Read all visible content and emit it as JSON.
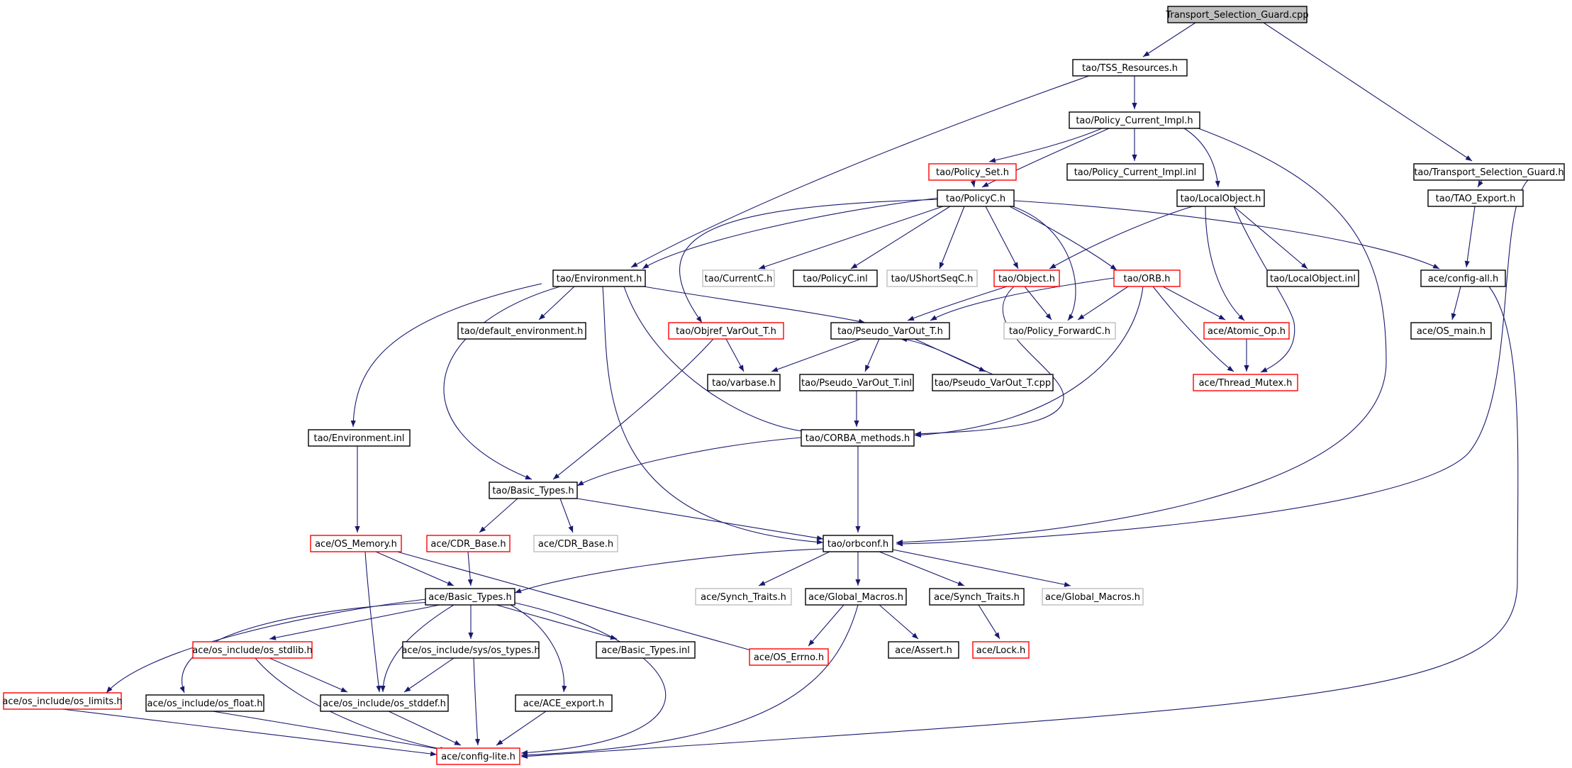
{
  "colors": {
    "edge": "#191970",
    "border_black": "#000000",
    "border_red": "#ff0000",
    "border_gray": "#bfbfbf",
    "root_fill": "#bfbfbf"
  },
  "nodes": {
    "root": {
      "label": "Transport_Selection_Guard.cpp",
      "style": "root"
    },
    "tss": {
      "label": "tao/TSS_Resources.h",
      "style": "black"
    },
    "pci": {
      "label": "tao/Policy_Current_Impl.h",
      "style": "black"
    },
    "tsg": {
      "label": "tao/Transport_Selection_Guard.h",
      "style": "black"
    },
    "pset": {
      "label": "tao/Policy_Set.h",
      "style": "red"
    },
    "pciinl": {
      "label": "tao/Policy_Current_Impl.inl",
      "style": "black"
    },
    "policyc": {
      "label": "tao/PolicyC.h",
      "style": "black"
    },
    "localobj": {
      "label": "tao/LocalObject.h",
      "style": "black"
    },
    "taoexp": {
      "label": "tao/TAO_Export.h",
      "style": "black"
    },
    "env": {
      "label": "tao/Environment.h",
      "style": "black"
    },
    "currentc": {
      "label": "tao/CurrentC.h",
      "style": "gray"
    },
    "policycinl": {
      "label": "tao/PolicyC.inl",
      "style": "black"
    },
    "ushort": {
      "label": "tao/UShortSeqC.h",
      "style": "gray"
    },
    "object": {
      "label": "tao/Object.h",
      "style": "red"
    },
    "orb": {
      "label": "tao/ORB.h",
      "style": "red"
    },
    "localobjinl": {
      "label": "tao/LocalObject.inl",
      "style": "black"
    },
    "configall": {
      "label": "ace/config-all.h",
      "style": "black"
    },
    "defenv": {
      "label": "tao/default_environment.h",
      "style": "black"
    },
    "objref": {
      "label": "tao/Objref_VarOut_T.h",
      "style": "red"
    },
    "pseudo": {
      "label": "tao/Pseudo_VarOut_T.h",
      "style": "black"
    },
    "pfwd": {
      "label": "tao/Policy_ForwardC.h",
      "style": "gray"
    },
    "atomic": {
      "label": "ace/Atomic_Op.h",
      "style": "red"
    },
    "osmain": {
      "label": "ace/OS_main.h",
      "style": "black"
    },
    "varbase": {
      "label": "tao/varbase.h",
      "style": "black"
    },
    "pseudoinl": {
      "label": "tao/Pseudo_VarOut_T.inl",
      "style": "black"
    },
    "pseudocpp": {
      "label": "tao/Pseudo_VarOut_T.cpp",
      "style": "black"
    },
    "thread": {
      "label": "ace/Thread_Mutex.h",
      "style": "red"
    },
    "envinl": {
      "label": "tao/Environment.inl",
      "style": "black"
    },
    "corba": {
      "label": "tao/CORBA_methods.h",
      "style": "black"
    },
    "basictypes_tao": {
      "label": "tao/Basic_Types.h",
      "style": "black"
    },
    "osmem": {
      "label": "ace/OS_Memory.h",
      "style": "red"
    },
    "cdr_red": {
      "label": "ace/CDR_Base.h",
      "style": "red"
    },
    "cdr_gray": {
      "label": "ace/CDR_Base.h",
      "style": "gray"
    },
    "orbconf": {
      "label": "tao/orbconf.h",
      "style": "black"
    },
    "basictypes_ace": {
      "label": "ace/Basic_Types.h",
      "style": "black"
    },
    "synch_gray": {
      "label": "ace/Synch_Traits.h",
      "style": "gray"
    },
    "globalmac": {
      "label": "ace/Global_Macros.h",
      "style": "black"
    },
    "synch": {
      "label": "ace/Synch_Traits.h",
      "style": "black"
    },
    "globalmac_gray": {
      "label": "ace/Global_Macros.h",
      "style": "gray"
    },
    "stdlib": {
      "label": "ace/os_include/os_stdlib.h",
      "style": "red"
    },
    "systypes": {
      "label": "ace/os_include/sys/os_types.h",
      "style": "black"
    },
    "basictypesinl": {
      "label": "ace/Basic_Types.inl",
      "style": "black"
    },
    "errno": {
      "label": "ace/OS_Errno.h",
      "style": "red"
    },
    "assert": {
      "label": "ace/Assert.h",
      "style": "black"
    },
    "lock": {
      "label": "ace/Lock.h",
      "style": "red"
    },
    "limits": {
      "label": "ace/os_include/os_limits.h",
      "style": "red"
    },
    "float": {
      "label": "ace/os_include/os_float.h",
      "style": "black"
    },
    "stddef": {
      "label": "ace/os_include/os_stddef.h",
      "style": "black"
    },
    "aceexport": {
      "label": "ace/ACE_export.h",
      "style": "black"
    },
    "configlite": {
      "label": "ace/config-lite.h",
      "style": "red"
    }
  },
  "edges": [
    [
      "root",
      "tss"
    ],
    [
      "root",
      "tsg"
    ],
    [
      "tss",
      "pci"
    ],
    [
      "tss",
      "env"
    ],
    [
      "pci",
      "pset"
    ],
    [
      "pci",
      "pciinl"
    ],
    [
      "pci",
      "policyc"
    ],
    [
      "pci",
      "localobj"
    ],
    [
      "pci",
      "orbconf"
    ],
    [
      "tsg",
      "taoexp"
    ],
    [
      "tsg",
      "orbconf"
    ],
    [
      "pset",
      "policyc"
    ],
    [
      "taoexp",
      "configall"
    ],
    [
      "policyc",
      "env"
    ],
    [
      "policyc",
      "currentc"
    ],
    [
      "policyc",
      "policycinl"
    ],
    [
      "policyc",
      "ushort"
    ],
    [
      "policyc",
      "object"
    ],
    [
      "policyc",
      "orb"
    ],
    [
      "policyc",
      "objref"
    ],
    [
      "policyc",
      "pfwd"
    ],
    [
      "policyc",
      "configall"
    ],
    [
      "localobj",
      "object"
    ],
    [
      "localobj",
      "localobjinl"
    ],
    [
      "localobj",
      "atomic"
    ],
    [
      "localobj",
      "thread"
    ],
    [
      "configall",
      "osmain"
    ],
    [
      "configall",
      "configlite"
    ],
    [
      "env",
      "defenv"
    ],
    [
      "env",
      "pseudo"
    ],
    [
      "env",
      "envinl"
    ],
    [
      "env",
      "corba"
    ],
    [
      "env",
      "basictypes_tao"
    ],
    [
      "env",
      "orbconf"
    ],
    [
      "object",
      "pseudo"
    ],
    [
      "object",
      "pfwd"
    ],
    [
      "object",
      "corba"
    ],
    [
      "orb",
      "pseudo"
    ],
    [
      "orb",
      "pfwd"
    ],
    [
      "orb",
      "atomic"
    ],
    [
      "orb",
      "thread"
    ],
    [
      "orb",
      "corba"
    ],
    [
      "objref",
      "varbase"
    ],
    [
      "objref",
      "basictypes_tao"
    ],
    [
      "pseudo",
      "varbase"
    ],
    [
      "pseudo",
      "pseudoinl"
    ],
    [
      "pseudo",
      "pseudocpp"
    ],
    [
      "pseudocpp",
      "pseudo"
    ],
    [
      "pseudoinl",
      "corba"
    ],
    [
      "atomic",
      "thread"
    ],
    [
      "envinl",
      "osmem"
    ],
    [
      "corba",
      "basictypes_tao"
    ],
    [
      "corba",
      "orbconf"
    ],
    [
      "basictypes_tao",
      "cdr_red"
    ],
    [
      "basictypes_tao",
      "cdr_gray"
    ],
    [
      "basictypes_tao",
      "orbconf"
    ],
    [
      "osmem",
      "basictypes_ace"
    ],
    [
      "osmem",
      "errno"
    ],
    [
      "osmem",
      "stddef"
    ],
    [
      "cdr_red",
      "basictypes_ace"
    ],
    [
      "orbconf",
      "basictypes_ace"
    ],
    [
      "orbconf",
      "synch_gray"
    ],
    [
      "orbconf",
      "globalmac"
    ],
    [
      "orbconf",
      "synch"
    ],
    [
      "orbconf",
      "globalmac_gray"
    ],
    [
      "basictypes_ace",
      "limits"
    ],
    [
      "basictypes_ace",
      "float"
    ],
    [
      "basictypes_ace",
      "stdlib"
    ],
    [
      "basictypes_ace",
      "stddef"
    ],
    [
      "basictypes_ace",
      "systypes"
    ],
    [
      "basictypes_ace",
      "basictypesinl"
    ],
    [
      "basictypes_ace",
      "aceexport"
    ],
    [
      "basictypes_ace",
      "configlite"
    ],
    [
      "globalmac",
      "errno"
    ],
    [
      "globalmac",
      "assert"
    ],
    [
      "globalmac",
      "configlite"
    ],
    [
      "synch",
      "lock"
    ],
    [
      "stdlib",
      "stddef"
    ],
    [
      "stdlib",
      "configlite"
    ],
    [
      "systypes",
      "stddef"
    ],
    [
      "systypes",
      "configlite"
    ],
    [
      "limits",
      "configlite"
    ],
    [
      "float",
      "configlite"
    ],
    [
      "stddef",
      "configlite"
    ],
    [
      "aceexport",
      "configlite"
    ]
  ]
}
